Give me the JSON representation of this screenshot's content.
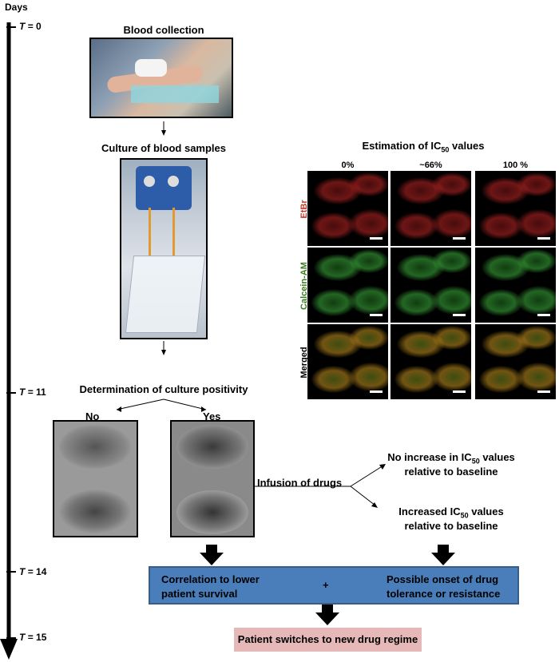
{
  "timeline": {
    "axis_title": "Days",
    "markers": [
      {
        "t_label": "T",
        "value": "= 0"
      },
      {
        "t_label": "T",
        "value": "= 11"
      },
      {
        "t_label": "T",
        "value": "= 14"
      },
      {
        "t_label": "T",
        "value": "= 15"
      }
    ]
  },
  "steps": {
    "blood_collection": "Blood collection",
    "culture": "Culture of blood samples",
    "determination": "Determination of culture positivity",
    "no_label": "No",
    "yes_label": "Yes",
    "infusion": "Infusion of drugs"
  },
  "ic50": {
    "title_prefix": "Estimation of IC",
    "title_sub": "50",
    "title_suffix": " values",
    "columns": [
      "0%",
      "~66%",
      "100 %"
    ],
    "rows": [
      {
        "label": "EtBr",
        "color": "#c0392b"
      },
      {
        "label": "Calcein-AM",
        "color": "#3a7d1f"
      },
      {
        "label": "Merged",
        "color": "#000000"
      }
    ]
  },
  "outcomes": {
    "no_increase_line1_prefix": "No increase in IC",
    "no_increase_line1_sub": "50",
    "no_increase_line1_suffix": " values",
    "no_increase_line2": "relative to baseline",
    "increased_line1_prefix": "Increased IC",
    "increased_line1_sub": "50",
    "increased_line1_suffix": " values",
    "increased_line2": "relative to baseline"
  },
  "result_box": {
    "left_line1": "Correlation to lower",
    "left_line2": "patient survival",
    "plus": "+",
    "right_line1": "Possible onset of drug",
    "right_line2": "tolerance or resistance",
    "fill": "#4a7ebb"
  },
  "final_box": {
    "text": "Patient switches to new drug regime",
    "fill": "#e6b9b8"
  }
}
